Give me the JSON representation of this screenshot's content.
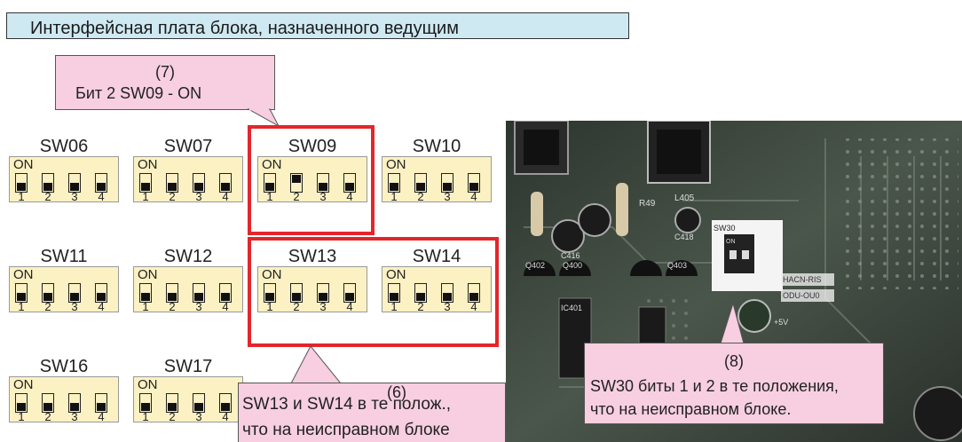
{
  "title": "Интерфейсная плата блока, назначенного ведущим",
  "callouts": {
    "c7": {
      "number": "(7)",
      "text": "Бит 2  SW09 - ON"
    },
    "c6": {
      "number": "(6)",
      "line1": "SW13 и SW14 в те полож.,",
      "line2": "что на неисправном блоке"
    },
    "c8": {
      "number": "(8)",
      "line1": "SW30 биты 1 и 2 в те положения,",
      "line2": "что на неисправном блоке."
    }
  },
  "switches": [
    {
      "name": "SW06",
      "on_label": "ON",
      "bits": [
        0,
        0,
        0,
        0
      ]
    },
    {
      "name": "SW07",
      "on_label": "ON",
      "bits": [
        0,
        0,
        0,
        0
      ]
    },
    {
      "name": "SW09",
      "on_label": "ON",
      "bits": [
        0,
        1,
        0,
        0
      ]
    },
    {
      "name": "SW10",
      "on_label": "ON",
      "bits": [
        0,
        0,
        0,
        0
      ]
    },
    {
      "name": "SW11",
      "on_label": "ON",
      "bits": [
        0,
        0,
        0,
        0
      ]
    },
    {
      "name": "SW12",
      "on_label": "ON",
      "bits": [
        0,
        0,
        0,
        0
      ]
    },
    {
      "name": "SW13",
      "on_label": "ON",
      "bits": [
        0,
        0,
        0,
        0
      ]
    },
    {
      "name": "SW14",
      "on_label": "ON",
      "bits": [
        0,
        0,
        0,
        0
      ]
    },
    {
      "name": "SW16",
      "on_label": "ON",
      "bits": [
        0,
        0,
        0,
        0
      ]
    },
    {
      "name": "SW17",
      "on_label": "ON",
      "bits": [
        0,
        0,
        0,
        0
      ]
    }
  ],
  "bit_numbers": [
    "1",
    "2",
    "3",
    "4"
  ],
  "photo": {
    "sw30_label": "SW30",
    "on_label": "ON",
    "board_labels": [
      "L405",
      "R49",
      "C416",
      "C418",
      "Q402",
      "Q400",
      "Q403",
      "IC401",
      "HACN-RIS",
      "ODU-OU0",
      "+5V"
    ]
  },
  "colors": {
    "title_bg": "#cfe9f2",
    "callout_bg": "#f7cfe0",
    "switch_bg": "#fbf1c3",
    "highlight": "#e3262b"
  }
}
